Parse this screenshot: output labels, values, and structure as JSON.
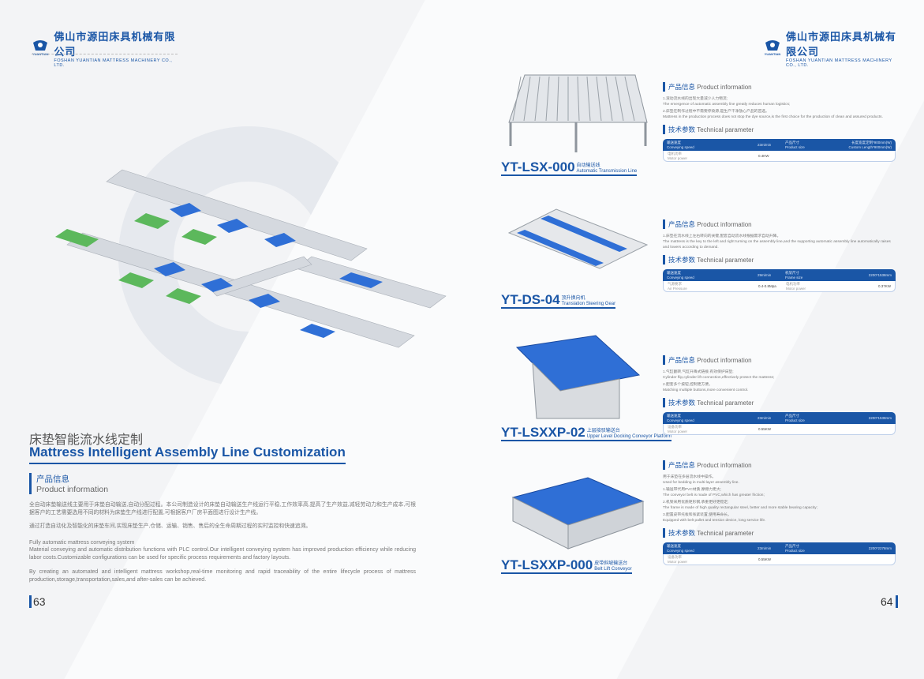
{
  "company": {
    "cn": "佛山市源田床具机械有限公司",
    "en": "FOSHAN YUANTIAN MATTRESS MACHINERY CO., LTD.",
    "brand": "YUANTIAN"
  },
  "left": {
    "title_cn": "床垫智能流水线定制",
    "title_en": "Mattress Intelligent Assembly Line Customization",
    "section_cn": "产品信息",
    "section_en": "Product information",
    "p1": "全自动床垫输送线主要用于床垫自动输送,自动分配过程。本公司制造设计的床垫自动输送生产线运行平稳,工作效率高,提高了生产效益,减轻劳动力和生产成本,可根据客户的工艺需要选用不同的材料为床垫生产线进行配置,可根据客户厂房平面图进行设计生产线。",
    "p2": "通过打造自动化及智能化的床垫车间,实现床垫生产,仓储、运输、销售、售后的全生命周期过程的实时监控和快速追溯。",
    "p3a": "Fully automatic mattress conveying system",
    "p3b": "Material conveying and automatic distribution functions with PLC control.Our intelligent conveying system has improved production efficiency while reducing labor costs.Customizable configurations can be used for specific process requirements and factory layouts.",
    "p4": "By creating an automated and intelligent mattress workshop,real-time monitoring and rapid traceability of the entire lifecycle process of mattress production,storage,transportation,sales,and after-sales can be achieved.",
    "page": "63"
  },
  "right": {
    "page": "64"
  },
  "labels": {
    "info_cn": "产品信息",
    "info_en": "Product information",
    "tech_cn": "技术参数",
    "tech_en": "Technical parameter"
  },
  "products": [
    {
      "model": "YT-LSX-000",
      "name_cn": "自动输送线",
      "name_en": "Automatic Transmission Line",
      "lines": [
        "1.滚动流水线的出现大量减少人力物流;",
        "The emergence of automatic assembly line greatly reduces human logistics;",
        "2.床垫在制作过程中不需要停染源,是生产干净放心产品的首选。",
        "Mattress in the production process does not stop the dye source,is the first choice for the production of clean and assured products."
      ],
      "row1": [
        "输送速度",
        "Conveying speed",
        "23m/min",
        "产品尺寸",
        "Product size",
        "长度宽度定制*900mm(W) Custom Length*900mm(W)"
      ],
      "row2": [
        "电机功率",
        "Motor power",
        "0.4KW",
        "",
        "",
        ""
      ]
    },
    {
      "model": "YT-DS-04",
      "name_cn": "顶升换向机",
      "name_en": "Translation Steering Gear",
      "lines": [
        "1.床垫在流水线上左右转向的关键,配套自动流水线根据需求自动升降。",
        "The mattress is the key to the left and right turning on the assembly line,and the supporting automatic assembly line automatically raises and lowers according to demand."
      ],
      "row1": [
        "输送速度",
        "Conveying speed",
        "29m/min",
        "机架尺寸",
        "Frame size",
        "2200*1538mm"
      ],
      "row2": [
        "气源要求",
        "Air Pressure",
        "0.4-0.8Mpa",
        "电机功率",
        "Motor power",
        "0.37KW"
      ]
    },
    {
      "model": "YT-LSXXP-02",
      "name_cn": "上层接驳输送台",
      "name_en": "Upper Level Docking Conveyor Platform",
      "lines": [
        "1.气缸翻转,气缸升降式链接,有效保护床垫;",
        "Cylinder flip,cylinder lift connection,effectively protect the mattress;",
        "2.配套多个按钮,控制更方便。",
        "Matching multiple buttons,more convenient control."
      ],
      "row1": [
        "输送速度",
        "Conveying speed",
        "23m/min",
        "产品尺寸",
        "Product size",
        "2200*1538mm"
      ],
      "row2": [
        "设备功率",
        "Motor power",
        "0.55KW",
        "",
        "",
        ""
      ]
    },
    {
      "model": "YT-LSXXP-000",
      "name_cn": "皮带斜坡输送台",
      "name_en": "Belt Lift Conveyor",
      "lines": [
        "用于床垫在多层流水线中操作。",
        "Used for bedding in multi-layer assembly line.",
        "1.输送带代用PVC材质,摩擦力更大;",
        "The conveyor belt is made of PVC,which has greater friction;",
        "2.机架采用优质矩形钢,承重更好更稳定;",
        "The frame is made of high quality rectangular steel, better and more stable bearing capacity;",
        "3.配置皮带托板和张紧装置,使用寿命长。",
        "Equipped with belt pallet and tension device, long service life."
      ],
      "row1": [
        "输送速度",
        "Conveying speed",
        "23m/min",
        "产品尺寸",
        "Product size",
        "2200*2278mm"
      ],
      "row2": [
        "设备功率",
        "Motor power",
        "0.55KW",
        "",
        "",
        ""
      ]
    }
  ]
}
